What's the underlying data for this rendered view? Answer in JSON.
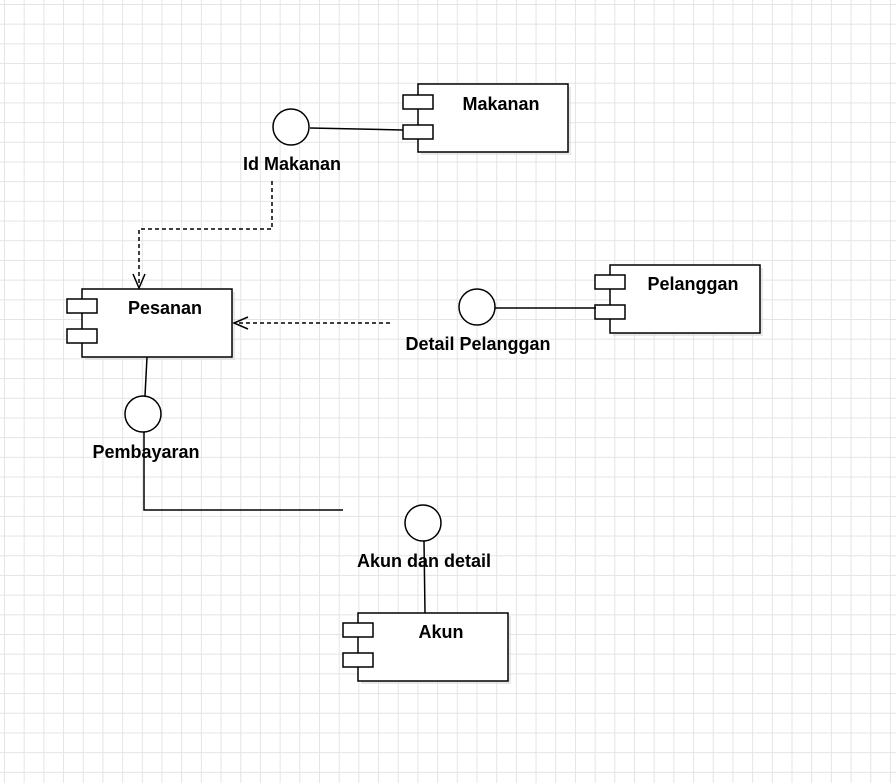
{
  "diagram": {
    "components": {
      "makanan": "Makanan",
      "pesanan": "Pesanan",
      "pelanggan": "Pelanggan",
      "akun": "Akun"
    },
    "interfaces": {
      "id_makanan": "Id Makanan",
      "detail_pelanggan": "Detail Pelanggan",
      "pembayaran": "Pembayaran",
      "akun_dan_detail": "Akun dan detail"
    }
  }
}
